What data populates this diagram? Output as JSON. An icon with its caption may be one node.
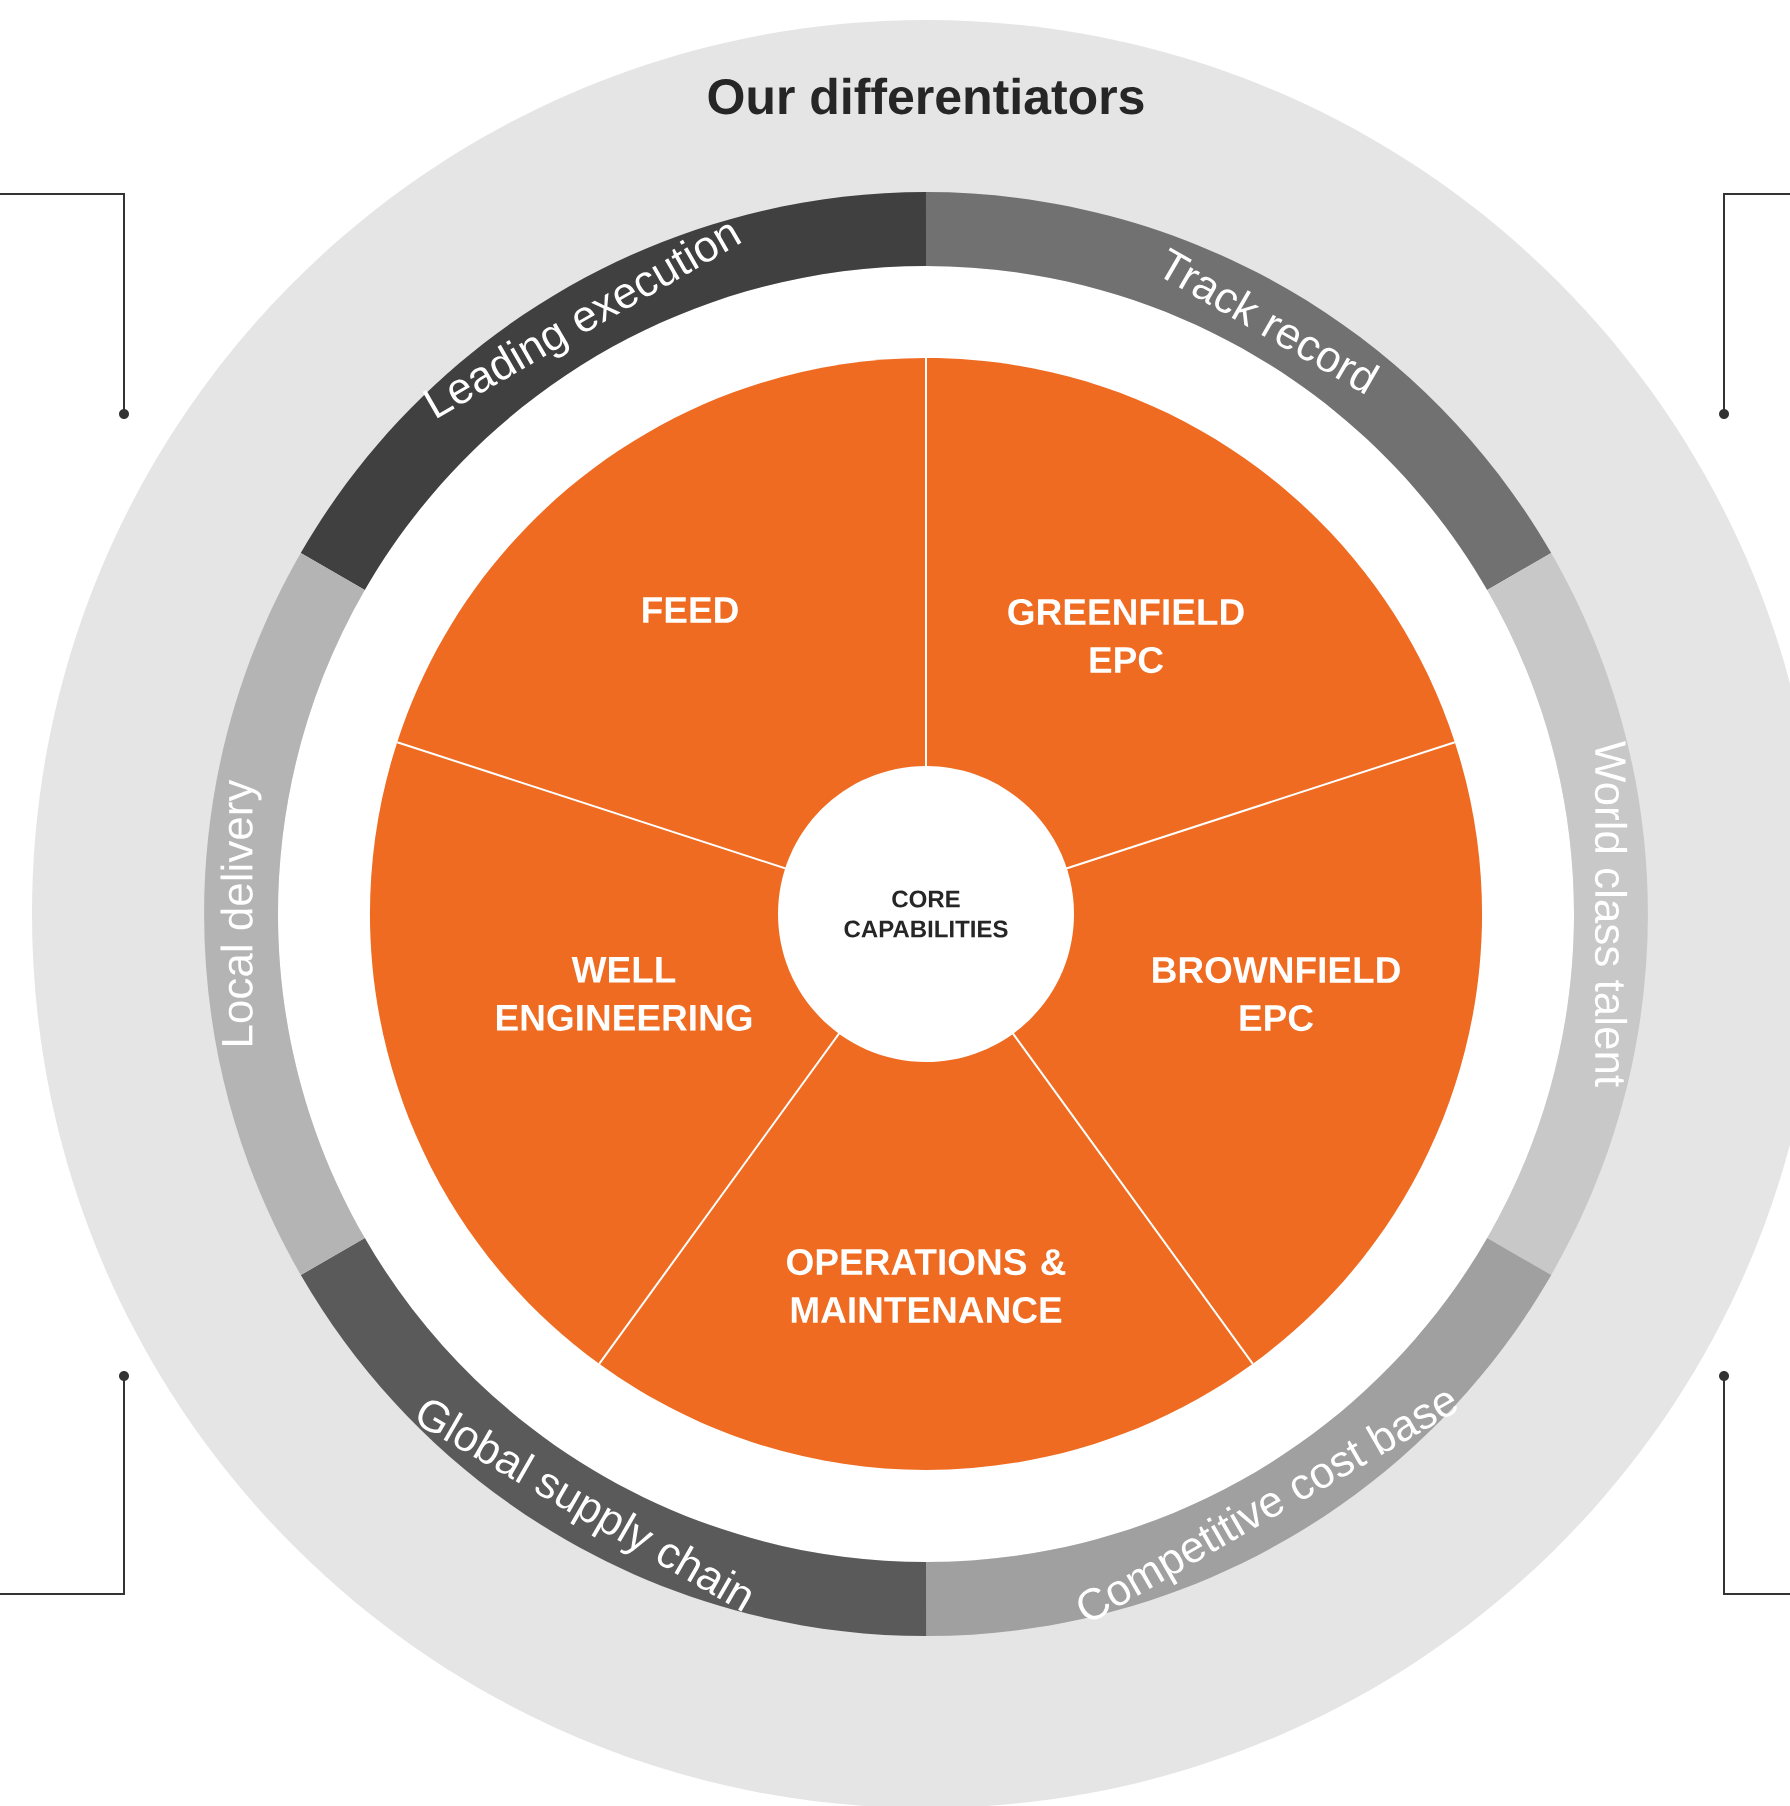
{
  "diagram": {
    "title": "Our differentiators",
    "nodes": [
      {
        "text": [
          "Leading execution"
        ]
      },
      {
        "text": [
          "Track record"
        ]
      },
      {
        "text": [
          "World class talent"
        ]
      },
      {
        "text": [
          "Competitive cost base"
        ]
      },
      {
        "text": [
          "Global supply chain"
        ]
      },
      {
        "text": [
          "Local delivery"
        ]
      },
      {
        "text": [
          "FEED"
        ]
      },
      {
        "text": [
          "GREENFIELD EPC"
        ]
      },
      {
        "text": [
          "WELL ENGINEERING"
        ]
      },
      {
        "text": [
          "BROWNFIELD EPC"
        ]
      },
      {
        "text": [
          "OPERATIONS & MAINTENANCE"
        ]
      },
      {
        "text": [
          "CORE CAPABILITIES"
        ]
      }
    ]
  }
}
